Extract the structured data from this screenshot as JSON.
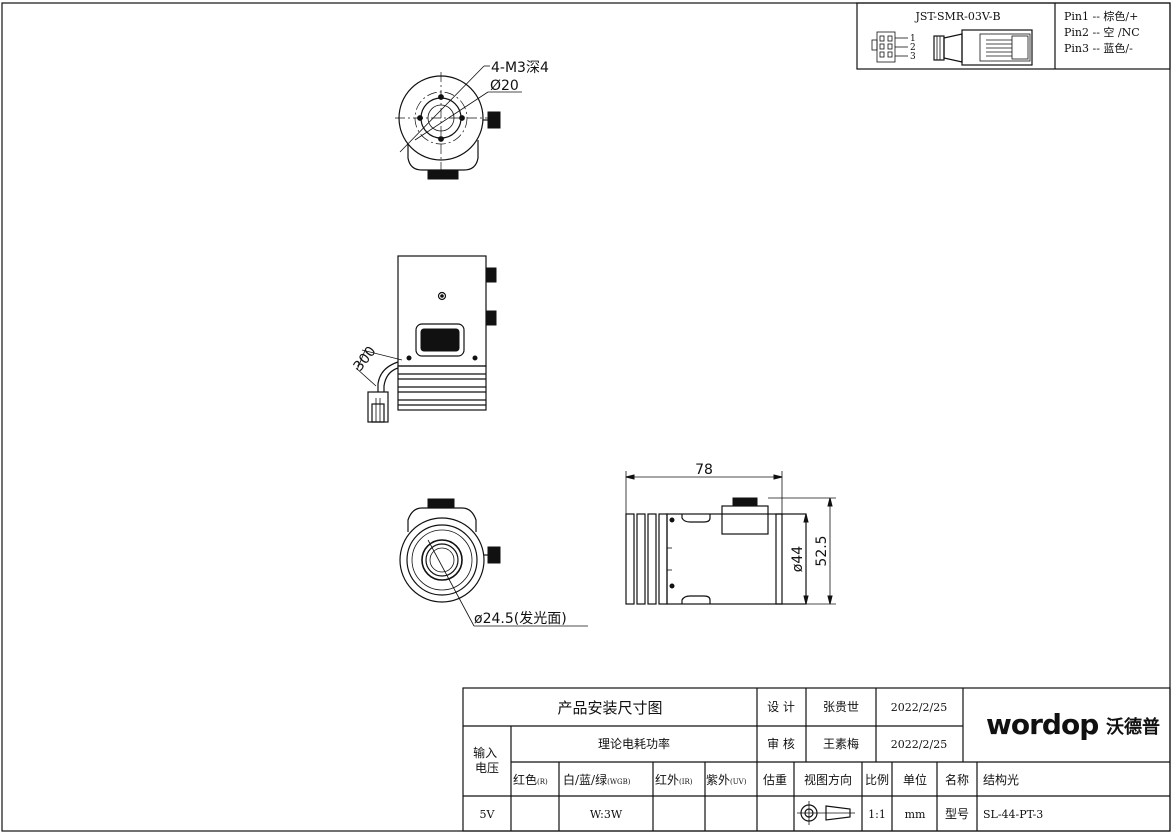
{
  "connector": {
    "model": "JST-SMR-03V-B",
    "pin_numbers": [
      "1",
      "2",
      "3"
    ],
    "pins": [
      "Pin1 -- 棕色/+",
      "Pin2 -- 空 /NC",
      "Pin3 -- 蓝色/-"
    ]
  },
  "dimensions": {
    "thread": "4-M3深4",
    "mount_diameter": "Ø20",
    "cable_length": "300",
    "total_length": "78",
    "body_diameter": "ø44",
    "height": "52.5",
    "emitting_diameter": "ø24.5(发光面)"
  },
  "title_block": {
    "drawing_title": "产品安装尺寸图",
    "design_label": "设 计",
    "designer": "张贵世",
    "design_date": "2022/2/25",
    "review_label": "审 核",
    "reviewer": "王素梅",
    "review_date": "2022/2/25",
    "logo_text": "wordop",
    "logo_cn": "沃德普",
    "power_label": "理论电耗功率",
    "input_voltage_label": "输入\n电压",
    "color_red": "红色",
    "color_red_sub": "(R)",
    "color_wgb": "白/蓝/绿",
    "color_wgb_sub": "(WGB)",
    "color_ir": "红外",
    "color_ir_sub": "(IR)",
    "color_uv": "紫外",
    "color_uv_sub": "(UV)",
    "weight_label": "估重",
    "view_label": "视图方向",
    "scale_label": "比例",
    "unit_label": "单位",
    "name_label": "名称",
    "name_value": "结构光",
    "voltage_value": "5V",
    "power_value": "W:3W",
    "scale_value": "1:1",
    "unit_value": "mm",
    "model_label": "型号",
    "model_value": "SL-44-PT-3"
  }
}
